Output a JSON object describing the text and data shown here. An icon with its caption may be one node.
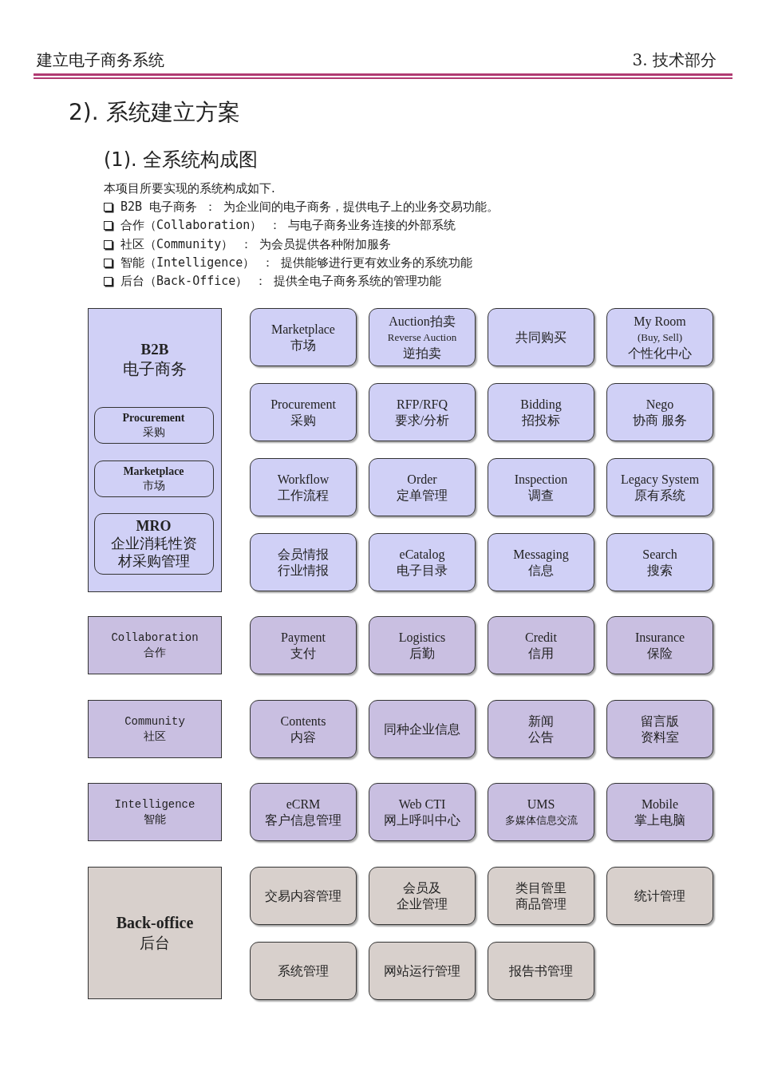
{
  "diagram": {
    "title": "2). 系统建立方案",
    "nodes": [
      {
        "text": [
          "B2B",
          "电子商务"
        ]
      },
      {
        "text": [
          "Procurement",
          "采购"
        ],
        "in": 0
      },
      {
        "text": [
          "Marketplace",
          "市场"
        ],
        "in": 0
      },
      {
        "text": [
          "MRO",
          "企业消耗性资材采购管理"
        ],
        "in": 0
      },
      {
        "text": [
          "Marketplace",
          "市场"
        ]
      },
      {
        "text": [
          "Auction拍卖",
          "Reverse Auction",
          "逆拍卖"
        ]
      },
      {
        "text": [
          "共同购买"
        ]
      },
      {
        "text": [
          "My Room",
          "(Buy, Sell)",
          "个性化中心"
        ]
      },
      {
        "text": [
          "Procurement",
          "采购"
        ]
      },
      {
        "text": [
          "RFP/RFQ",
          "要求/分析"
        ]
      },
      {
        "text": [
          "Bidding",
          "招投标"
        ]
      },
      {
        "text": [
          "Nego",
          "协商 服务"
        ]
      },
      {
        "text": [
          "Workflow",
          "工作流程"
        ]
      },
      {
        "text": [
          "Order",
          "定单管理"
        ]
      },
      {
        "text": [
          "Inspection",
          "调查"
        ]
      },
      {
        "text": [
          "Legacy System",
          "原有系统"
        ]
      },
      {
        "text": [
          "会员情报",
          "行业情报"
        ]
      },
      {
        "text": [
          "eCatalog",
          "电子目录"
        ]
      },
      {
        "text": [
          "Messaging",
          "信息"
        ]
      },
      {
        "text": [
          "Search",
          "搜索"
        ]
      },
      {
        "text": [
          "Collaboration",
          "合作"
        ]
      },
      {
        "text": [
          "Payment",
          "支付"
        ]
      },
      {
        "text": [
          "Logistics",
          "后勤"
        ]
      },
      {
        "text": [
          "Credit",
          "信用"
        ]
      },
      {
        "text": [
          "Insurance",
          "保险"
        ]
      },
      {
        "text": [
          "Community",
          "社区"
        ]
      },
      {
        "text": [
          "Contents",
          "内容"
        ]
      },
      {
        "text": [
          "同种企业信息"
        ]
      },
      {
        "text": [
          "新闻",
          "公告"
        ]
      },
      {
        "text": [
          "留言版",
          "资料室"
        ]
      },
      {
        "text": [
          "Intelligence",
          "智能"
        ]
      },
      {
        "text": [
          "eCRM",
          "客户信息管理"
        ]
      },
      {
        "text": [
          "Web CTI",
          "网上呼叫中心"
        ]
      },
      {
        "text": [
          "UMS",
          "多媒体信息交流"
        ]
      },
      {
        "text": [
          "Mobile",
          "掌上电脑"
        ]
      },
      {
        "text": [
          "Back-office",
          "后台"
        ]
      },
      {
        "text": [
          "交易内容管理"
        ]
      },
      {
        "text": [
          "会员及",
          "企业管理"
        ]
      },
      {
        "text": [
          "类目管里",
          "商品管理"
        ]
      },
      {
        "text": [
          "统计管理"
        ]
      },
      {
        "text": [
          "系统管理"
        ]
      },
      {
        "text": [
          "网站运行管理"
        ]
      },
      {
        "text": [
          "报告书管理"
        ]
      }
    ],
    "labels": [
      "建立电子商务系统",
      "3. 技术部分",
      "(1). 全系统构成图",
      "本项目所要实现的系统构成如下.",
      "B2B 电子商务 ： 为企业间的电子商务，提供电子上的业务交易功能。",
      "合作（Collaboration） ： 与电子商务业务连接的外部系统",
      "社区（Community） ： 为会员提供各种附加服务",
      "智能（Intelligence） ： 提供能够进行更有效业务的系统功能",
      "后台（Back-Office） ： 提供全电子商务系统的管理功能"
    ]
  }
}
